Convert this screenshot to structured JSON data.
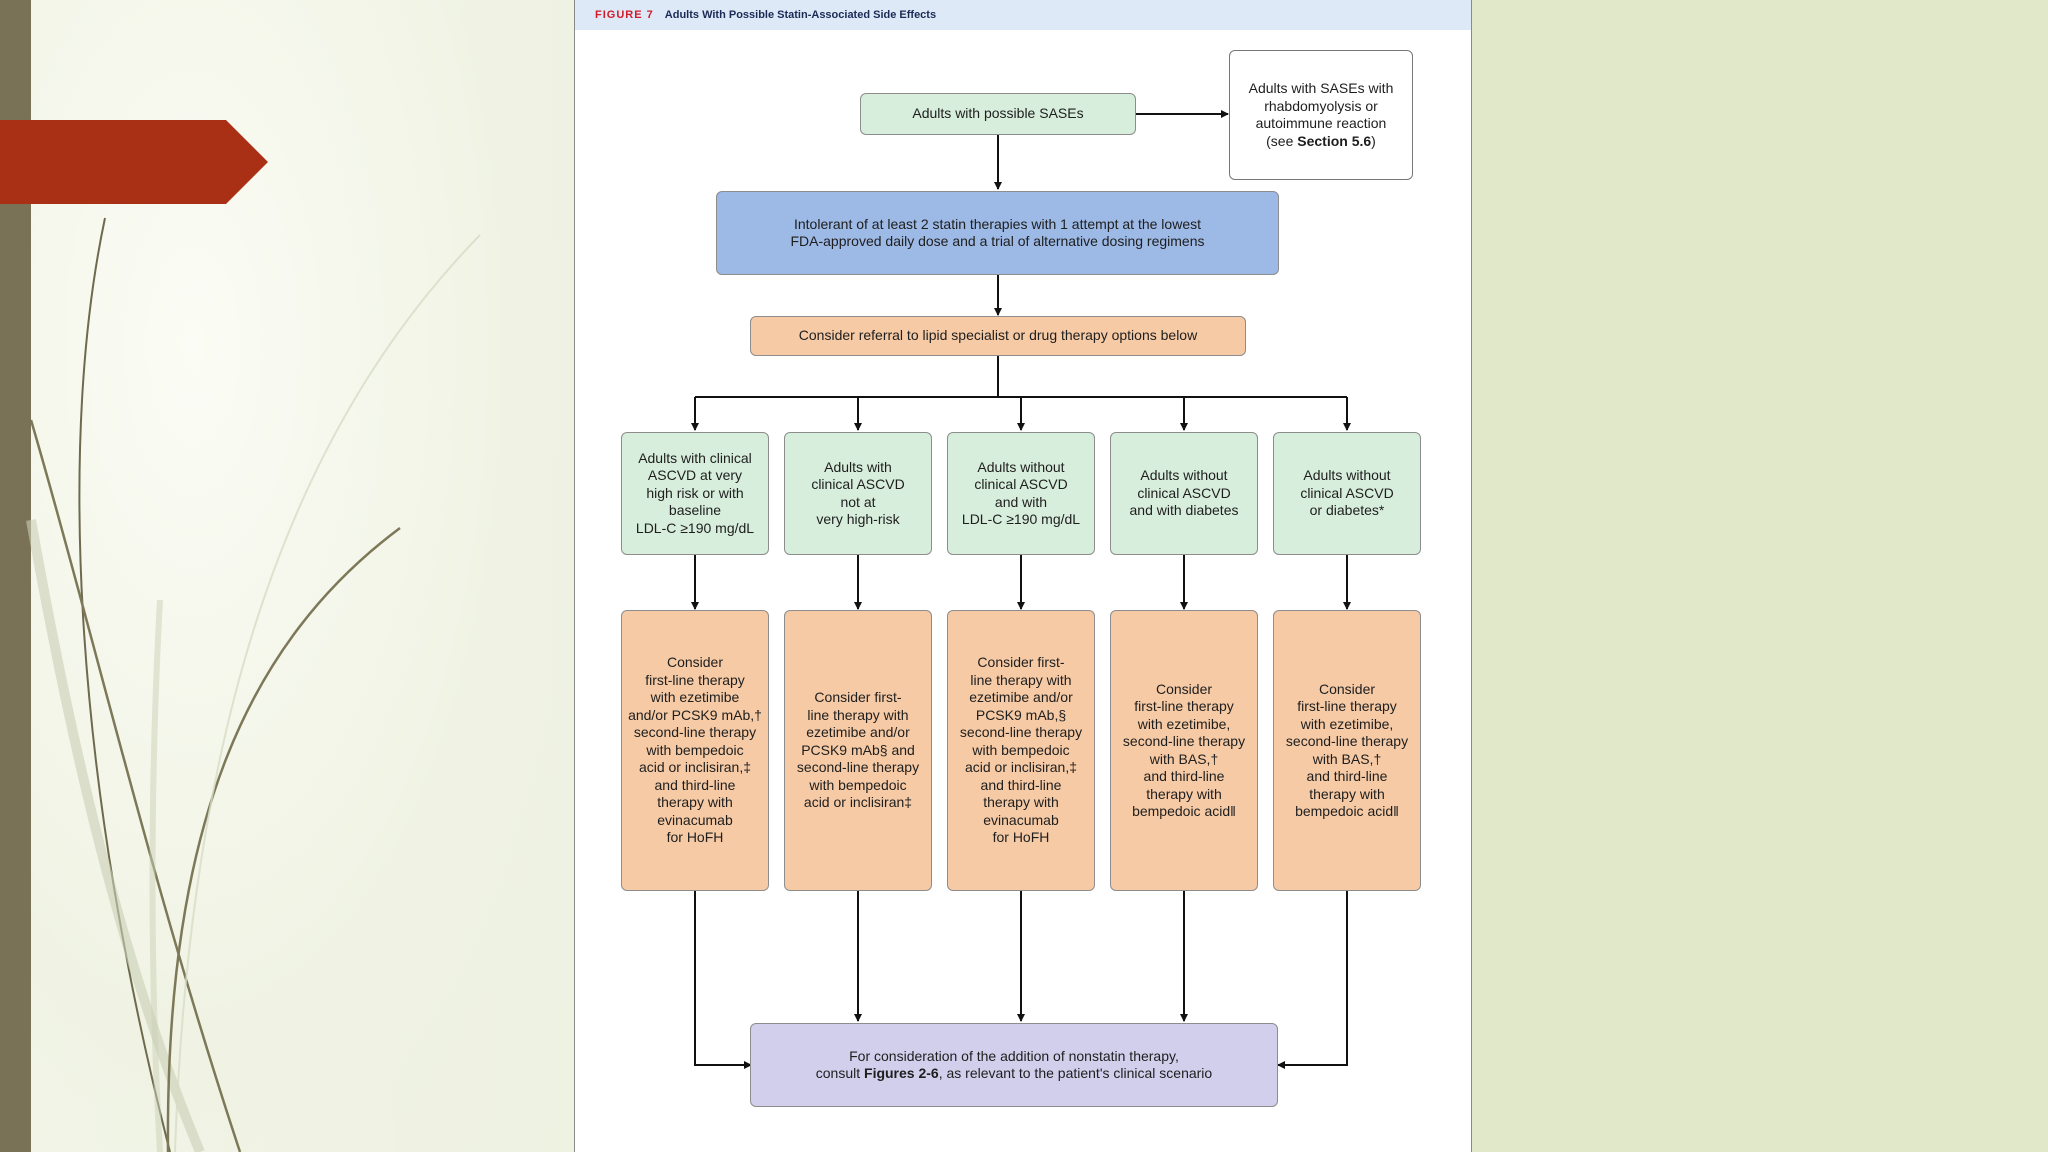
{
  "figure": {
    "label": "FIGURE 7",
    "title": "Adults With Possible Statin-Associated Side Effects"
  },
  "nodes": {
    "start": "Adults with possible SASEs",
    "side": {
      "line1": "Adults with SASEs with\nrhabdomyolysis or\nautoimmune reaction\n(see ",
      "bold": "Section 5.6",
      "line2": ")"
    },
    "intolerant": "Intolerant of at least 2 statin therapies with 1 attempt at the lowest\nFDA-approved daily dose and a trial of alternative dosing regimens",
    "referral": "Consider referral to lipid specialist or drug therapy options below",
    "groups": [
      "Adults with clinical\nASCVD at very\nhigh risk or with\nbaseline\nLDL-C ≥190 mg/dL",
      "Adults with\nclinical ASCVD\nnot at\nvery high-risk",
      "Adults without\nclinical ASCVD\nand with\nLDL-C ≥190 mg/dL",
      "Adults without\nclinical ASCVD\nand with diabetes",
      "Adults without\nclinical ASCVD\nor diabetes*"
    ],
    "therapies": [
      "Consider\nfirst-line therapy\nwith ezetimibe\nand/or PCSK9 mAb,†\nsecond-line therapy\nwith bempedoic\nacid or inclisiran,‡\nand third-line\ntherapy with\nevinacumab\nfor HoFH",
      "Consider first-\nline therapy with\nezetimibe and/or\nPCSK9 mAb§ and\nsecond-line therapy\nwith bempedoic\nacid or inclisiran‡",
      "Consider first-\nline therapy with\nezetimibe and/or\nPCSK9 mAb,§\nsecond-line therapy\nwith bempedoic\nacid or inclisiran,‡\nand third-line\ntherapy with\nevinacumab\nfor HoFH",
      "Consider\nfirst-line therapy\nwith ezetimibe,\nsecond-line therapy\nwith BAS,†\nand third-line\ntherapy with\nbempedoic acid‖",
      "Consider\nfirst-line therapy\nwith ezetimibe,\nsecond-line therapy\nwith BAS,†\nand third-line\ntherapy with\nbempedoic acid‖"
    ],
    "final": {
      "line1": "For consideration of the addition of nonstatin therapy,\nconsult ",
      "bold": "Figures 2-6",
      "line2": ", as relevant to the patient's clinical scenario"
    }
  },
  "colors": {
    "green": "#d8eedc",
    "blue": "#9db9e5",
    "orange": "#f6caa5",
    "lavender": "#d2cfec",
    "header": "#dde9f7",
    "label_red": "#d01c2a",
    "slide_accent": "#a93014",
    "slide_band": "#7a7257"
  }
}
